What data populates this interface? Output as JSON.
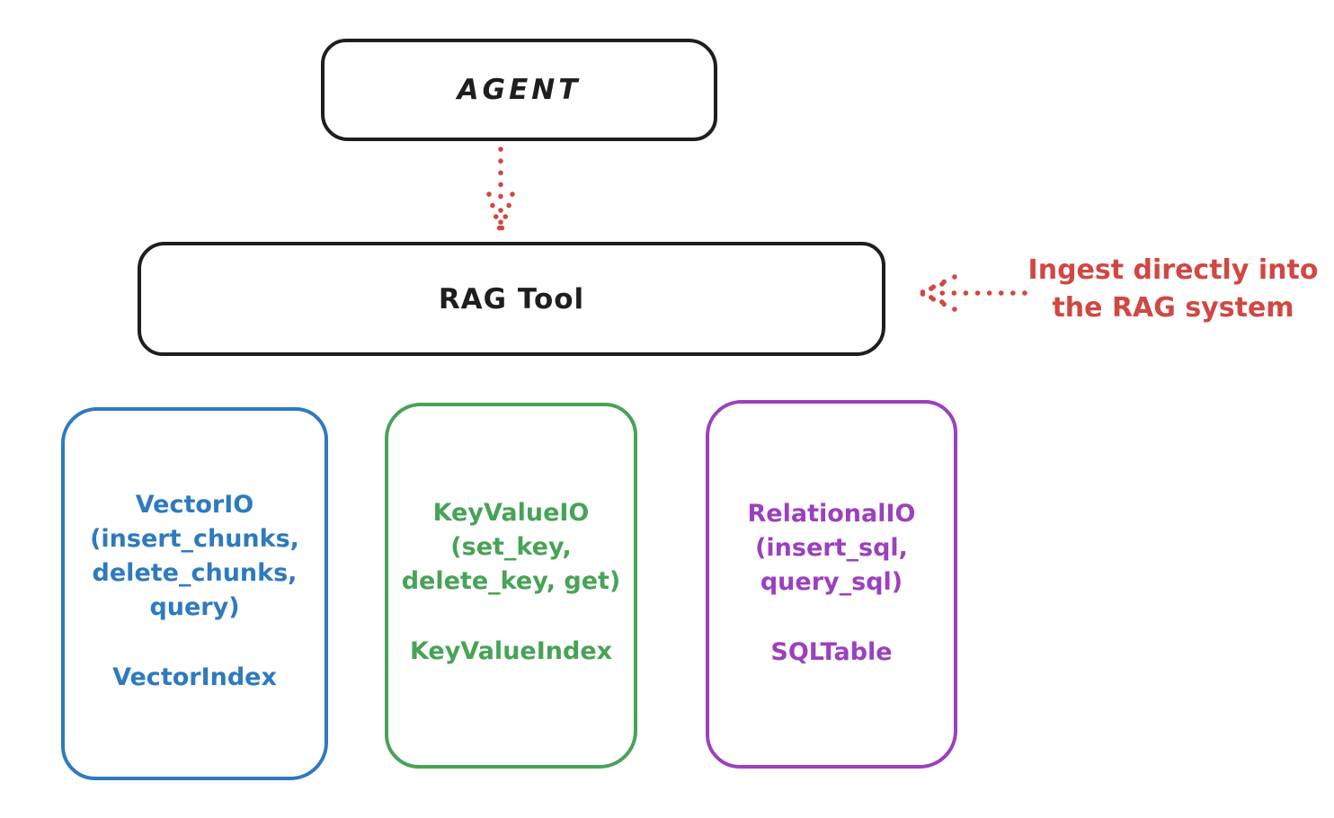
{
  "colors": {
    "stroke_black": "#1e1e1e",
    "accent_red": "#d14743",
    "accent_blue": "#2e7abf",
    "accent_green": "#47a356",
    "accent_purple": "#9c40bd",
    "background": "#ffffff"
  },
  "nodes": {
    "agent": {
      "label": "AGENT"
    },
    "rag_tool": {
      "label": "RAG Tool"
    },
    "vector_io": {
      "lines": [
        "VectorIO",
        "(insert_chunks,",
        "delete_chunks,",
        "query)"
      ],
      "index_label": "VectorIndex",
      "color": "#2e7abf"
    },
    "key_value_io": {
      "lines": [
        "KeyValueIO",
        "(set_key,",
        "delete_key, get)"
      ],
      "index_label": "KeyValueIndex",
      "color": "#47a356"
    },
    "relational_io": {
      "lines": [
        "RelationalIO",
        "(insert_sql,",
        "query_sql)"
      ],
      "index_label": "SQLTable",
      "color": "#9c40bd"
    }
  },
  "annotations": {
    "ingest": {
      "lines": [
        "Ingest directly into",
        "the RAG system"
      ],
      "color": "#d14743"
    }
  },
  "icons": {
    "agent_to_rag": "dotted-arrow-down",
    "ingest_to_rag": "dotted-arrow-left"
  }
}
